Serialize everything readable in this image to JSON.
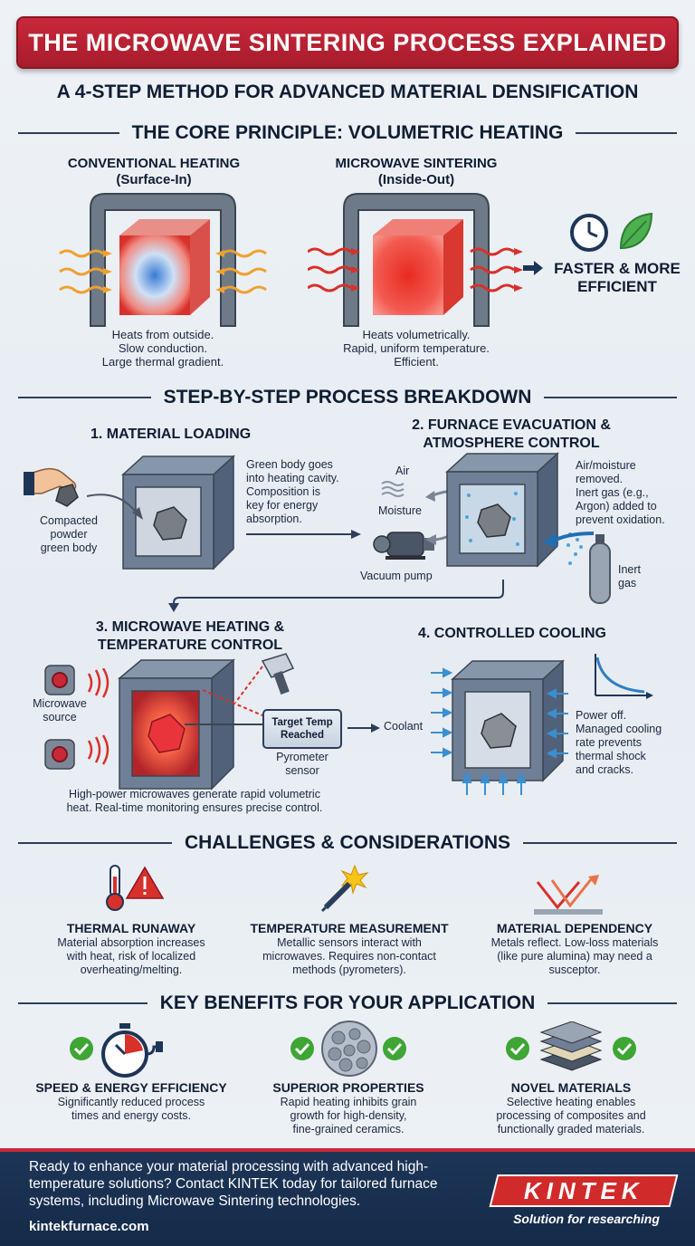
{
  "header": {
    "title": "THE MICROWAVE SINTERING PROCESS EXPLAINED",
    "subtitle": "A 4-STEP METHOD FOR ADVANCED MATERIAL DENSIFICATION"
  },
  "principle": {
    "heading": "THE CORE PRINCIPLE: VOLUMETRIC HEATING",
    "conventional": {
      "title": "CONVENTIONAL HEATING",
      "subtitle": "(Surface-In)",
      "desc": [
        "Heats from outside.",
        "Slow conduction.",
        "Large thermal gradient."
      ]
    },
    "microwave": {
      "title": "MICROWAVE SINTERING",
      "subtitle": "(Inside-Out)",
      "desc": [
        "Heats volumetrically.",
        "Rapid, uniform temperature.",
        "Efficient."
      ]
    },
    "result": [
      "FASTER & MORE",
      "EFFICIENT"
    ],
    "icons": [
      "clock-icon",
      "leaf-icon"
    ]
  },
  "process": {
    "heading": "STEP-BY-STEP PROCESS BREAKDOWN",
    "step1": {
      "title": "1. MATERIAL LOADING",
      "label": [
        "Compacted",
        "powder",
        "green body"
      ],
      "desc": [
        "Green body goes",
        "into heating cavity.",
        "Composition is",
        "key for energy",
        "absorption."
      ]
    },
    "step2": {
      "title": [
        "2. FURNACE EVACUATION &",
        "ATMOSPHERE CONTROL"
      ],
      "air": "Air",
      "moisture": "Moisture",
      "pump": "Vacuum pump",
      "gas": [
        "Inert",
        "gas"
      ],
      "desc": [
        "Air/moisture",
        "removed.",
        "Inert gas (e.g.,",
        "Argon) added to",
        "prevent oxidation."
      ]
    },
    "step3": {
      "title": [
        "3. MICROWAVE HEATING &",
        "TEMPERATURE CONTROL"
      ],
      "source": [
        "Microwave",
        "source"
      ],
      "target": [
        "Target Temp",
        "Reached"
      ],
      "sensor": [
        "Pyrometer",
        "sensor"
      ],
      "desc": [
        "High-power microwaves generate rapid volumetric",
        "heat. Real-time monitoring ensures precise control."
      ]
    },
    "step4": {
      "title": "4. CONTROLLED COOLING",
      "coolant": "Coolant",
      "desc": [
        "Power off.",
        "Managed cooling",
        "rate prevents",
        "thermal shock",
        "and cracks."
      ]
    }
  },
  "challenges": {
    "heading": "CHALLENGES & CONSIDERATIONS",
    "items": [
      {
        "title": "THERMAL RUNAWAY",
        "desc": [
          "Material absorption increases",
          "with heat, risk of localized",
          "overheating/melting."
        ]
      },
      {
        "title": "TEMPERATURE MEASUREMENT",
        "desc": [
          "Metallic sensors interact with",
          "microwaves. Requires non-contact",
          "methods (pyrometers)."
        ]
      },
      {
        "title": "MATERIAL DEPENDENCY",
        "desc": [
          "Metals reflect. Low-loss materials",
          "(like pure alumina) may need a",
          "susceptor."
        ]
      }
    ]
  },
  "benefits": {
    "heading": "KEY BENEFITS FOR YOUR APPLICATION",
    "items": [
      {
        "title": "SPEED & ENERGY EFFICIENCY",
        "desc": [
          "Significantly reduced process",
          "times and energy costs."
        ]
      },
      {
        "title": "SUPERIOR PROPERTIES",
        "desc": [
          "Rapid heating inhibits grain",
          "growth for high-density,",
          "fine-grained ceramics."
        ]
      },
      {
        "title": "NOVEL MATERIALS",
        "desc": [
          "Selective heating enables",
          "processing of composites and",
          "functionally graded materials."
        ]
      }
    ]
  },
  "footer": {
    "text": [
      "Ready to enhance your material processing with advanced high-",
      "temperature solutions? Contact KINTEK today for tailored furnace",
      "systems, including Microwave Sintering technologies."
    ],
    "url": "kintekfurnace.com",
    "logo": "KINTEK",
    "tagline": "Solution for researching"
  },
  "colors": {
    "brand_red": "#c8283a",
    "navy": "#1d3557",
    "check_green": "#3fa535"
  }
}
